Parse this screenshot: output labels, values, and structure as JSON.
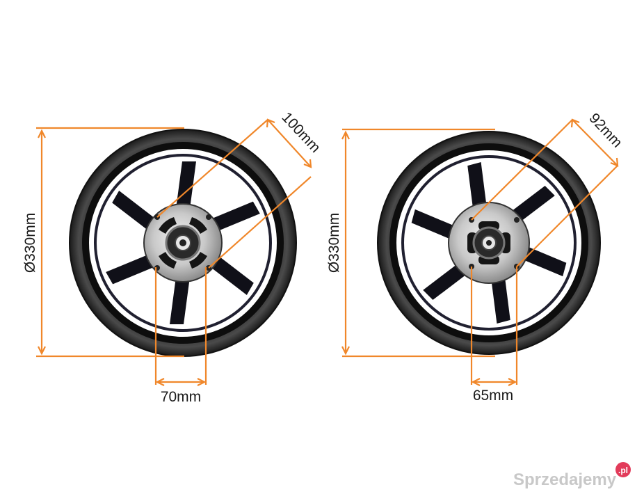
{
  "accent_color": "#f0872a",
  "wheels": [
    {
      "diameter_label": "Ø330mm",
      "pcd_label": "100mm",
      "bolt_width_label": "70mm",
      "spokes": 6
    },
    {
      "diameter_label": "Ø330mm",
      "pcd_label": "92mm",
      "bolt_width_label": "65mm",
      "spokes": 6
    }
  ],
  "watermark": {
    "text": "Sprzedajemy",
    "badge": ".pl"
  }
}
